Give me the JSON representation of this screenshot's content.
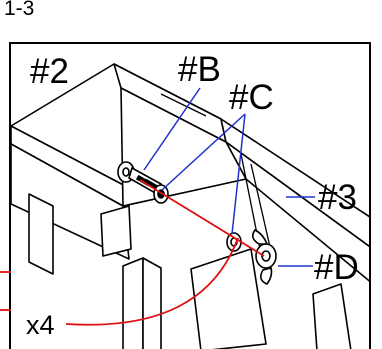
{
  "step": "1-3",
  "callouts": {
    "part2": "#2",
    "partB": "#B",
    "partC": "#C",
    "part3": "#3",
    "partD": "#D"
  },
  "quantity": "x4",
  "colors": {
    "line": "#000000",
    "leader": "#2233cc",
    "route": "#dd1111"
  }
}
